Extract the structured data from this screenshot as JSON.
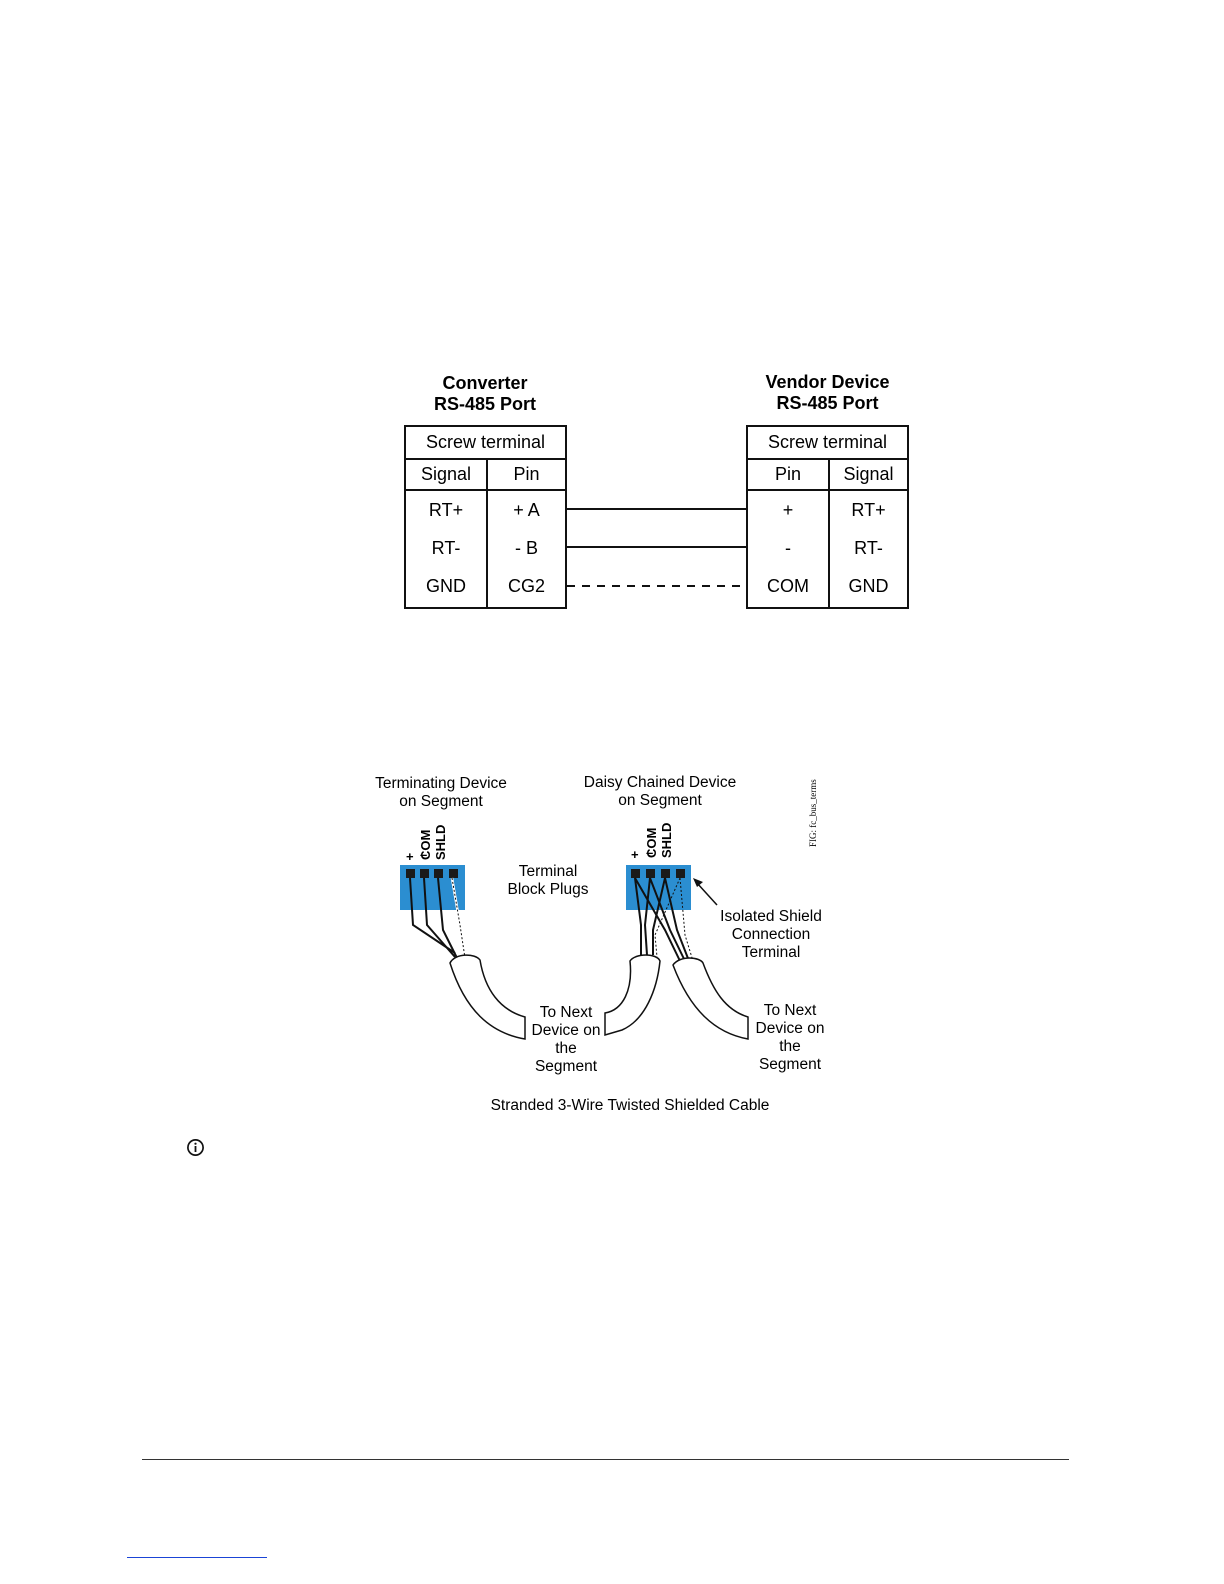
{
  "rs485_diagram": {
    "converter": {
      "title_line1": "Converter",
      "title_line2": "RS-485 Port",
      "caption": "Screw terminal",
      "col_signal": "Signal",
      "col_pin": "Pin",
      "rows": [
        {
          "signal": "RT+",
          "pin": "+ A"
        },
        {
          "signal": "RT-",
          "pin": "- B"
        },
        {
          "signal": "GND",
          "pin": "CG2"
        }
      ]
    },
    "vendor": {
      "title_line1": "Vendor Device",
      "title_line2": "RS-485 Port",
      "caption": "Screw terminal",
      "col_pin": "Pin",
      "col_signal": "Signal",
      "rows": [
        {
          "pin": "+",
          "signal": "RT+"
        },
        {
          "pin": "-",
          "signal": "RT-"
        },
        {
          "pin": "COM",
          "signal": "GND"
        }
      ]
    }
  },
  "cable_figure": {
    "terminating_line1": "Terminating Device",
    "terminating_line2": "on Segment",
    "daisy_line1": "Daisy Chained Device",
    "daisy_line2": "on Segment",
    "pins": [
      "+",
      "–",
      "COM",
      "SHLD"
    ],
    "terminal_line1": "Terminal",
    "terminal_line2": "Block Plugs",
    "isolated_line1": "Isolated Shield",
    "isolated_line2": "Connection",
    "isolated_line3": "Terminal",
    "next_line1": "To Next",
    "next_line2": "Device on",
    "next_line3": "the",
    "next_line4": "Segment",
    "caption": "Stranded 3-Wire Twisted Shielded Cable",
    "fig_id": "FIG: fc_bus_terms",
    "colors": {
      "terminal_block": "#2b8ed1"
    }
  },
  "icons": {
    "note": "info-icon"
  }
}
